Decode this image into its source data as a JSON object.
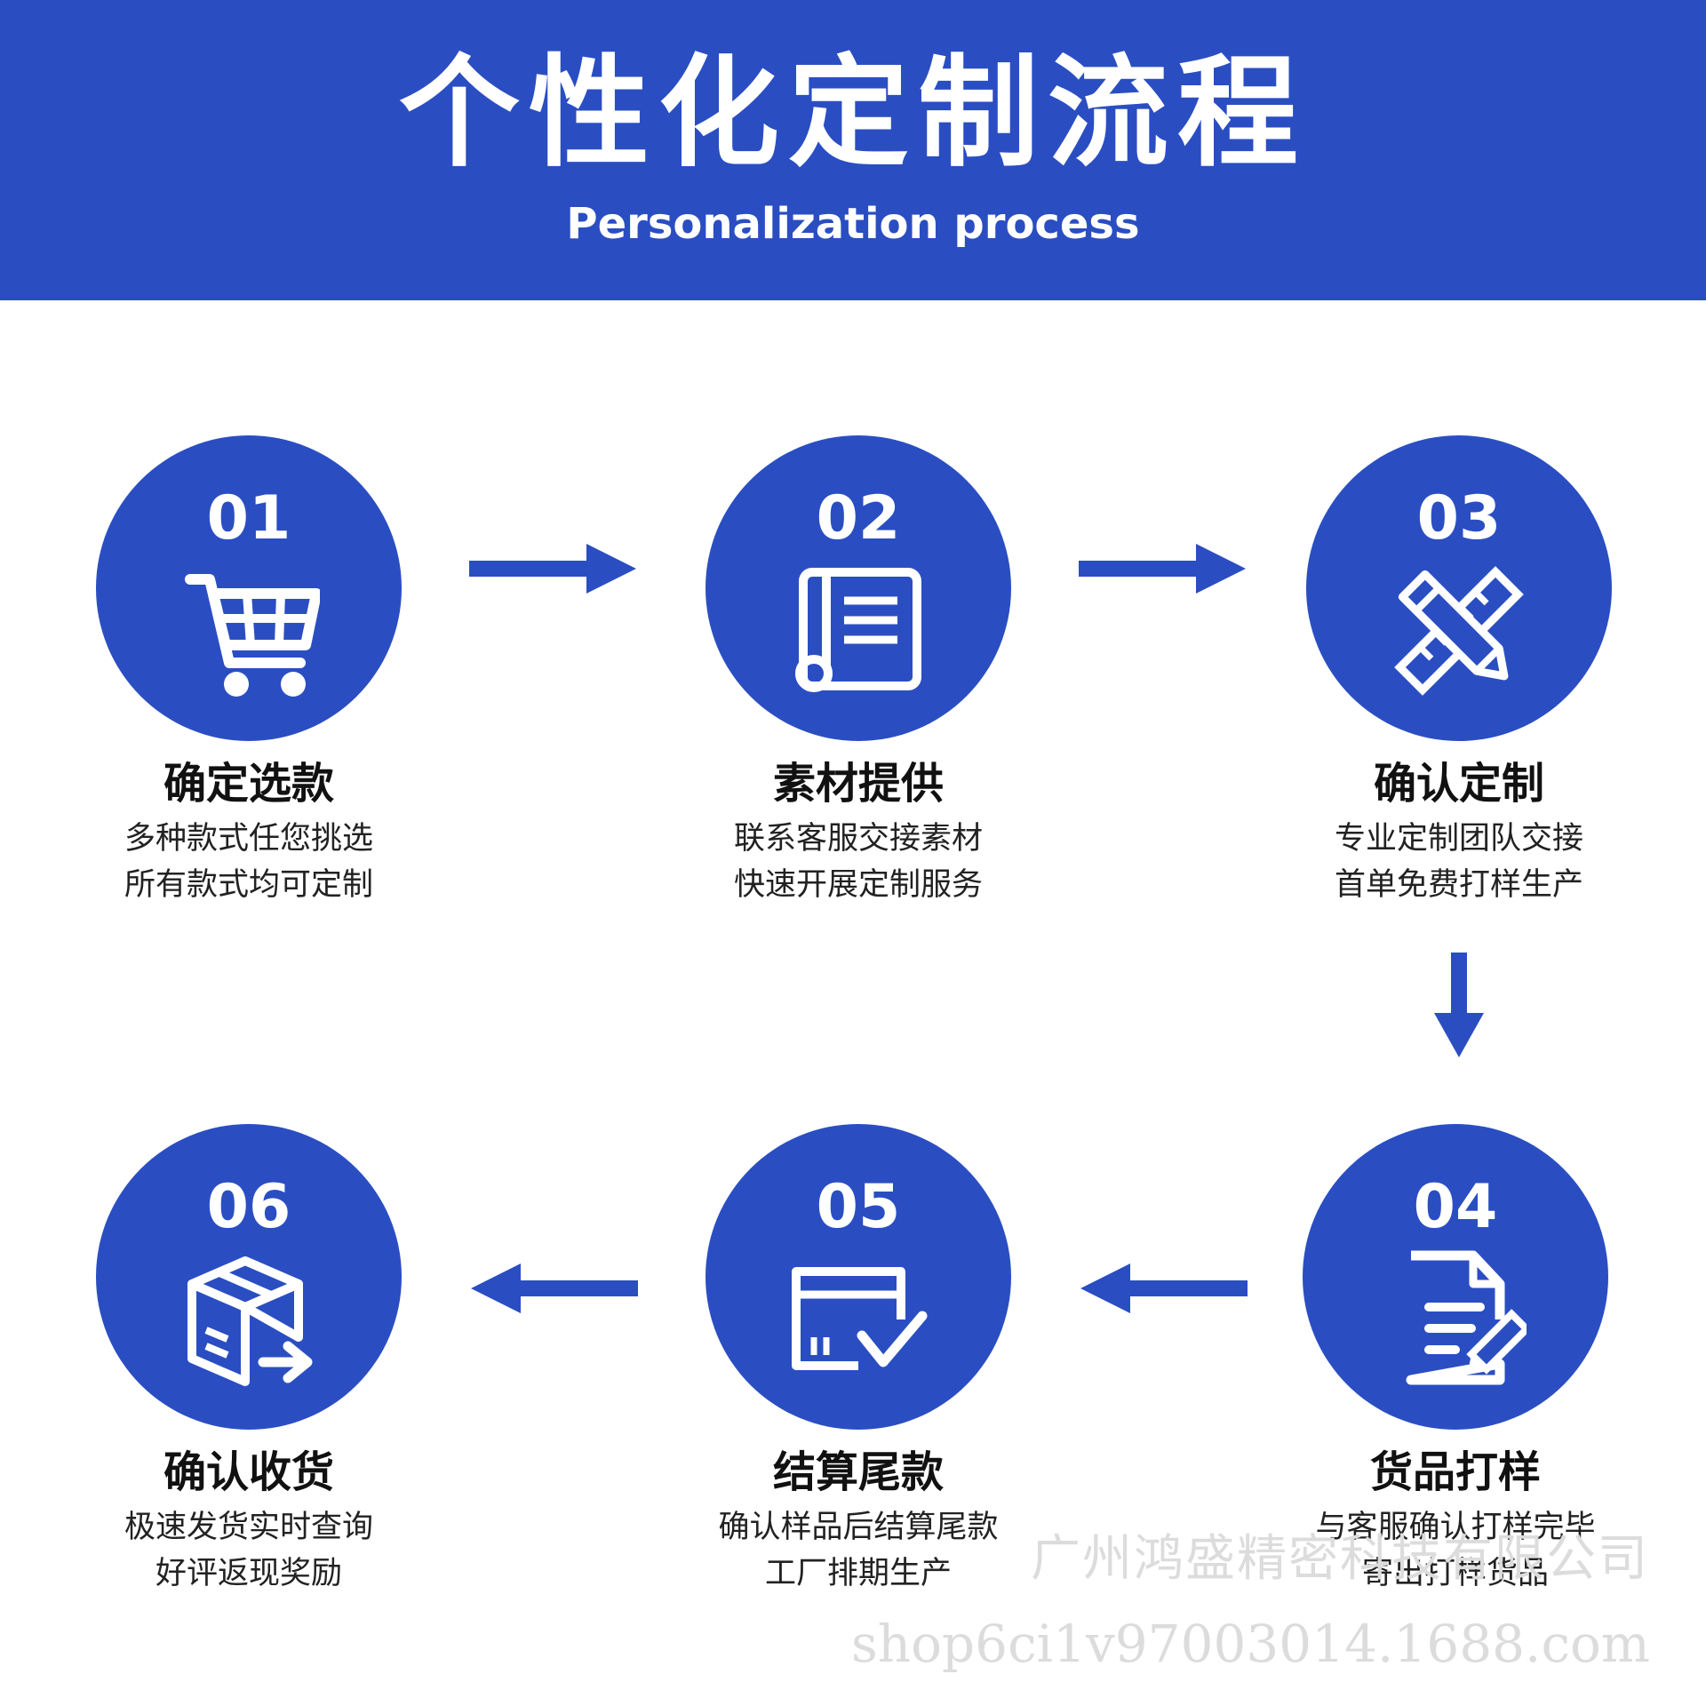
{
  "header": {
    "title": "个性化定制流程",
    "subtitle": "Personalization process"
  },
  "steps": [
    {
      "num": "01",
      "title": "确定选款",
      "line1": "多种款式任您挑选",
      "line2": "所有款式均可定制",
      "icon": "shopping-cart-icon"
    },
    {
      "num": "02",
      "title": "素材提供",
      "line1": "联系客服交接素材",
      "line2": "快速开展定制服务",
      "icon": "scroll-document-icon"
    },
    {
      "num": "03",
      "title": "确认定制",
      "line1": "专业定制团队交接",
      "line2": "首单免费打样生产",
      "icon": "pencil-ruler-icon"
    },
    {
      "num": "04",
      "title": "货品打样",
      "line1": "与客服确认打样完毕",
      "line2": "寄出打样货品",
      "icon": "document-edit-icon"
    },
    {
      "num": "05",
      "title": "结算尾款",
      "line1": "确认样品后结算尾款",
      "line2": "工厂排期生产",
      "icon": "card-check-icon"
    },
    {
      "num": "06",
      "title": "确认收货",
      "line1": "极速发货实时查询",
      "line2": "好评返现奖励",
      "icon": "package-delivery-icon"
    }
  ],
  "watermark": {
    "company": "广州鸿盛精密科技有限公司",
    "shop": "shop6ci1v97003014.1688.com"
  },
  "colors": {
    "accent": "#2a4ec2",
    "text": "#111111",
    "watermark": "#dcdcdc"
  }
}
